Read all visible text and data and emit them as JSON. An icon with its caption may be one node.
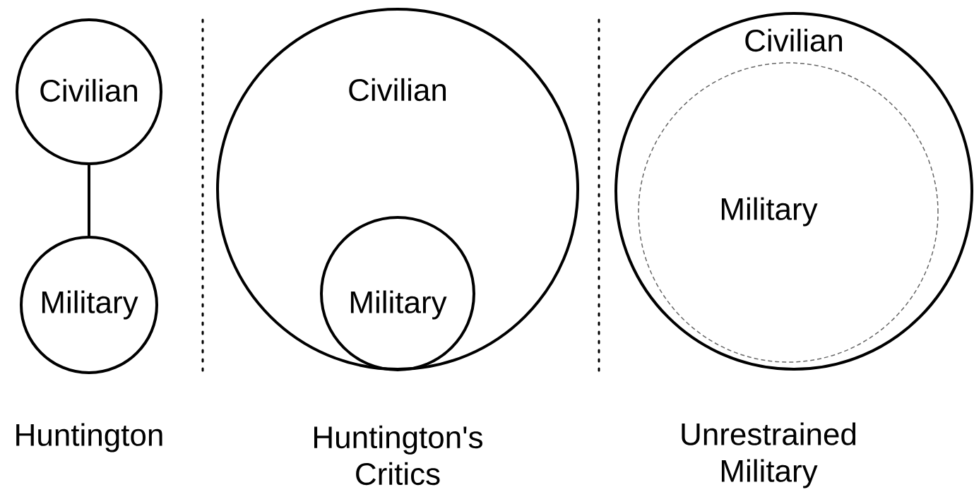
{
  "diagram": {
    "nodes": [
      {
        "text": [
          "Civilian"
        ]
      },
      {
        "text": [
          "Military"
        ]
      },
      {
        "text": [
          "Civilian"
        ]
      },
      {
        "text": [
          "Military"
        ],
        "in": 2
      },
      {
        "text": [
          "Civilian"
        ]
      },
      {
        "text": [
          "Military"
        ],
        "in": 4
      }
    ],
    "edges": [
      {
        "from": 0,
        "to": 1,
        "arrow": "none"
      }
    ],
    "labels": [
      "Huntington",
      "Huntington's Critics",
      "Unrestrained Military"
    ]
  }
}
